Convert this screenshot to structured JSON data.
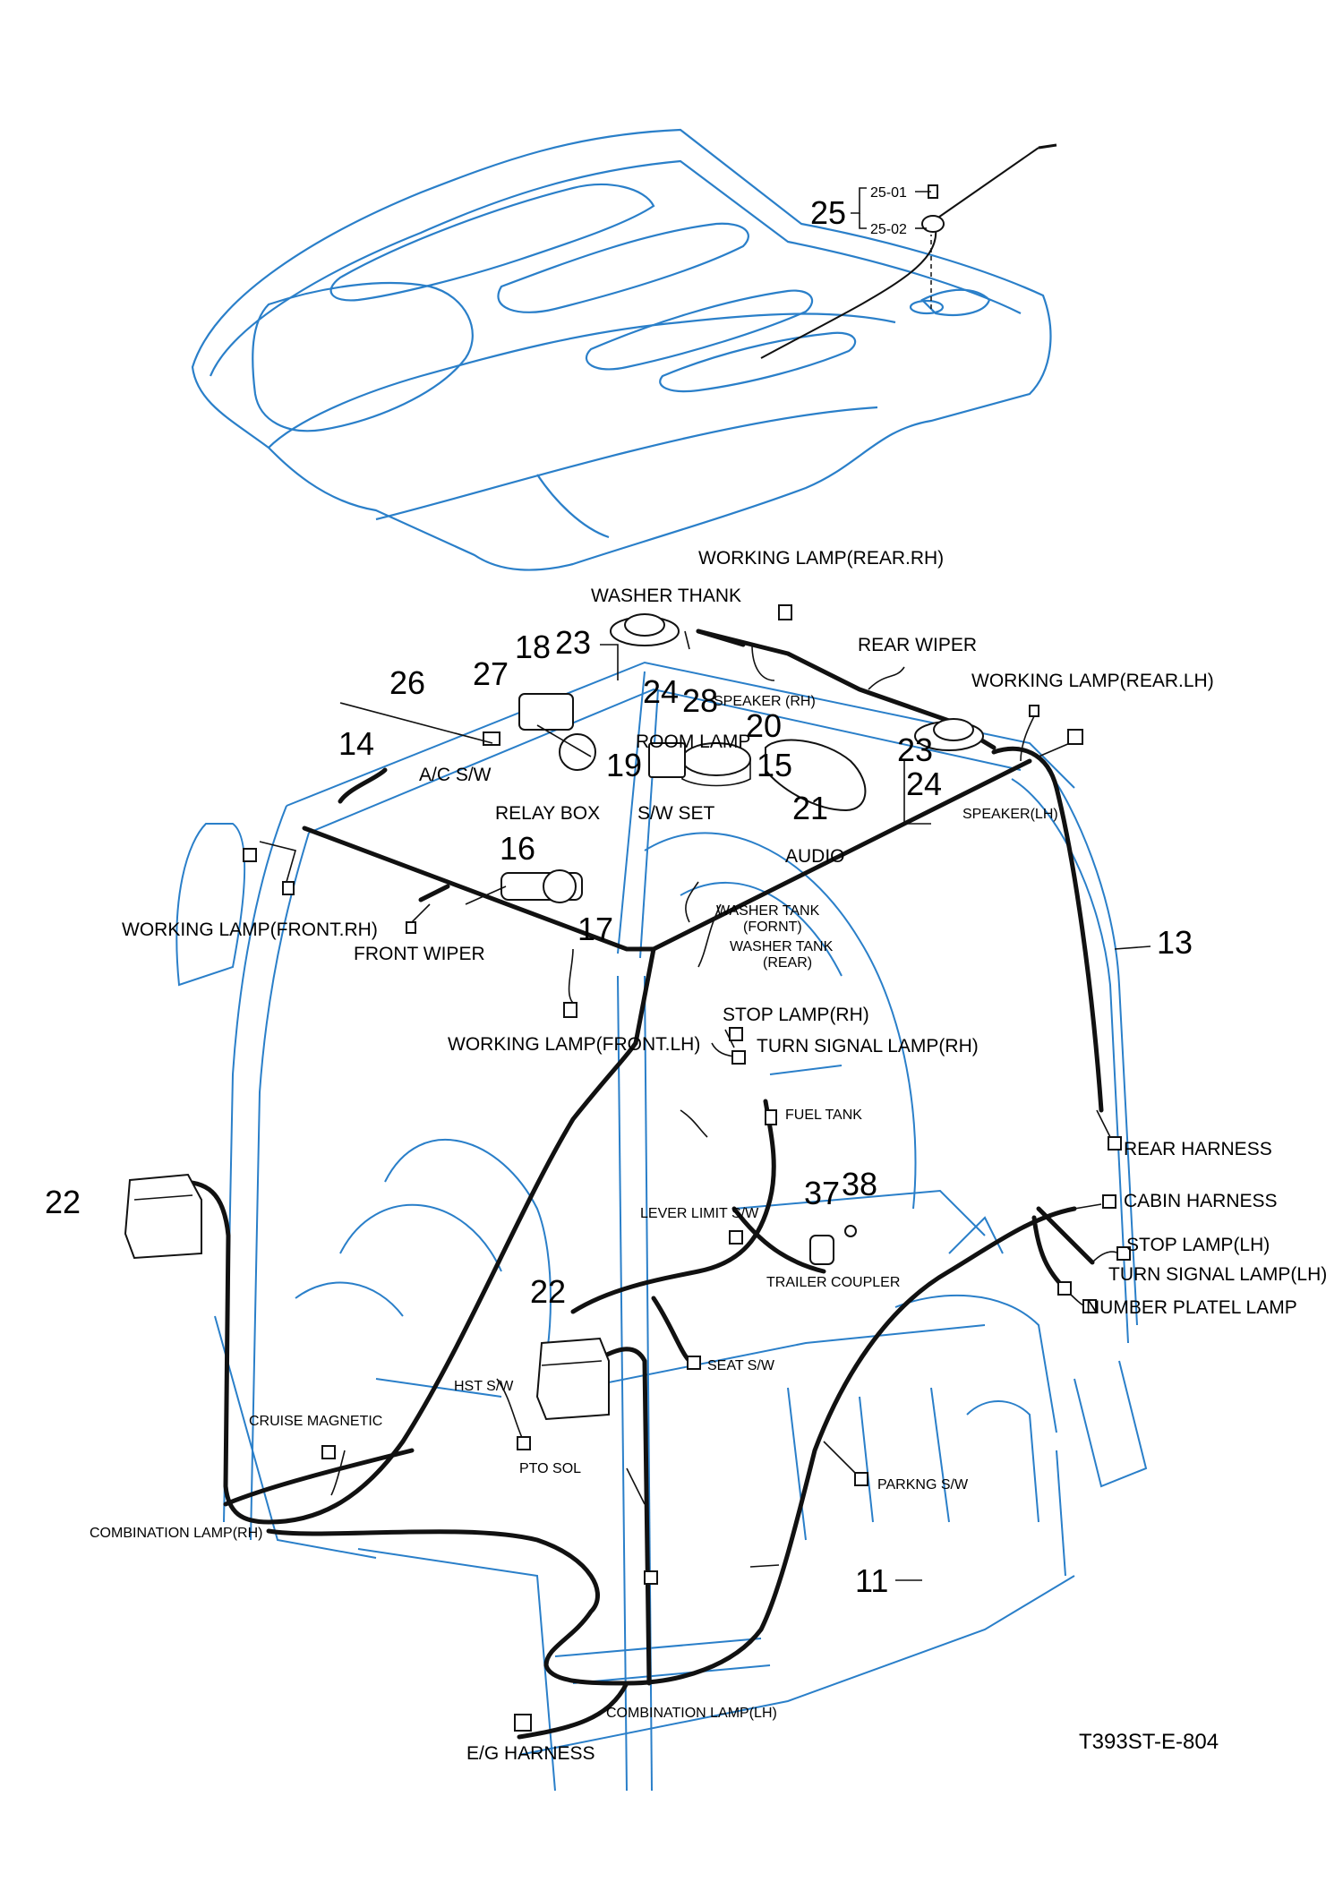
{
  "drawing": {
    "drawing_code": "T393ST-E-804"
  },
  "callouts": {
    "n11": "11",
    "n13": "13",
    "n14": "14",
    "n15": "15",
    "n16": "16",
    "n17": "17",
    "n18": "18",
    "n19": "19",
    "n20": "20",
    "n21": "21",
    "n22a": "22",
    "n22b": "22",
    "n23a": "23",
    "n23b": "23",
    "n24a": "24",
    "n24b": "24",
    "n25": "25",
    "n25_01": "25-01",
    "n25_02": "25-02",
    "n26": "26",
    "n27": "27",
    "n28": "28",
    "n37": "37",
    "n38": "38"
  },
  "labels": {
    "working_lamp_rear_rh": "WORKING LAMP(REAR.RH)",
    "washer_thank": "WASHER THANK",
    "rear_wiper": "REAR WIPER",
    "working_lamp_rear_lh": "WORKING LAMP(REAR.LH)",
    "speaker_rh": "SPEAKER (RH)",
    "room_lamp": "ROOM LAMP",
    "ac_sw": "A/C S/W",
    "relay_box": "RELAY BOX",
    "sw_set": "S/W SET",
    "speaker_lh": "SPEAKER(LH)",
    "audio": "AUDIO",
    "washer_tank_front": "WASHER TANK\n(FORNT)",
    "washer_tank_front_l1": "WASHER TANK",
    "washer_tank_front_l2": "(FORNT)",
    "washer_tank_rear_l1": "WASHER TANK",
    "washer_tank_rear_l2": "(REAR)",
    "working_lamp_front_rh": "WORKING LAMP(FRONT.RH)",
    "front_wiper": "FRONT WIPER",
    "stop_lamp_rh": "STOP LAMP(RH)",
    "working_lamp_front_lh": "WORKING LAMP(FRONT.LH)",
    "turn_signal_lamp_rh": "TURN SIGNAL LAMP(RH)",
    "fuel_tank": "FUEL TANK",
    "rear_harness": "REAR HARNESS",
    "cabin_harness": "CABIN HARNESS",
    "lever_limit_sw": "LEVER LIMIT S/W",
    "stop_lamp_lh": "STOP LAMP(LH)",
    "turn_signal_lamp_lh": "TURN SIGNAL LAMP(LH)",
    "trailer_coupler": "TRAILER COUPLER",
    "number_platel_lamp": "NUMBER PLATEL LAMP",
    "seat_sw": "SEAT S/W",
    "hst_sw": "HST S/W",
    "cruise_magnetic": "CRUISE MAGNETIC",
    "pto_sol": "PTO SOL",
    "parkng_sw": "PARKNG S/W",
    "combination_lamp_rh": "COMBINATION LAMP(RH)",
    "combination_lamp_lh": "COMBINATION LAMP(LH)",
    "eg_harness": "E/G HARNESS"
  },
  "colors": {
    "line_art": "#2a7fc9",
    "harness": "#111111",
    "text": "#000000",
    "background": "#ffffff"
  }
}
